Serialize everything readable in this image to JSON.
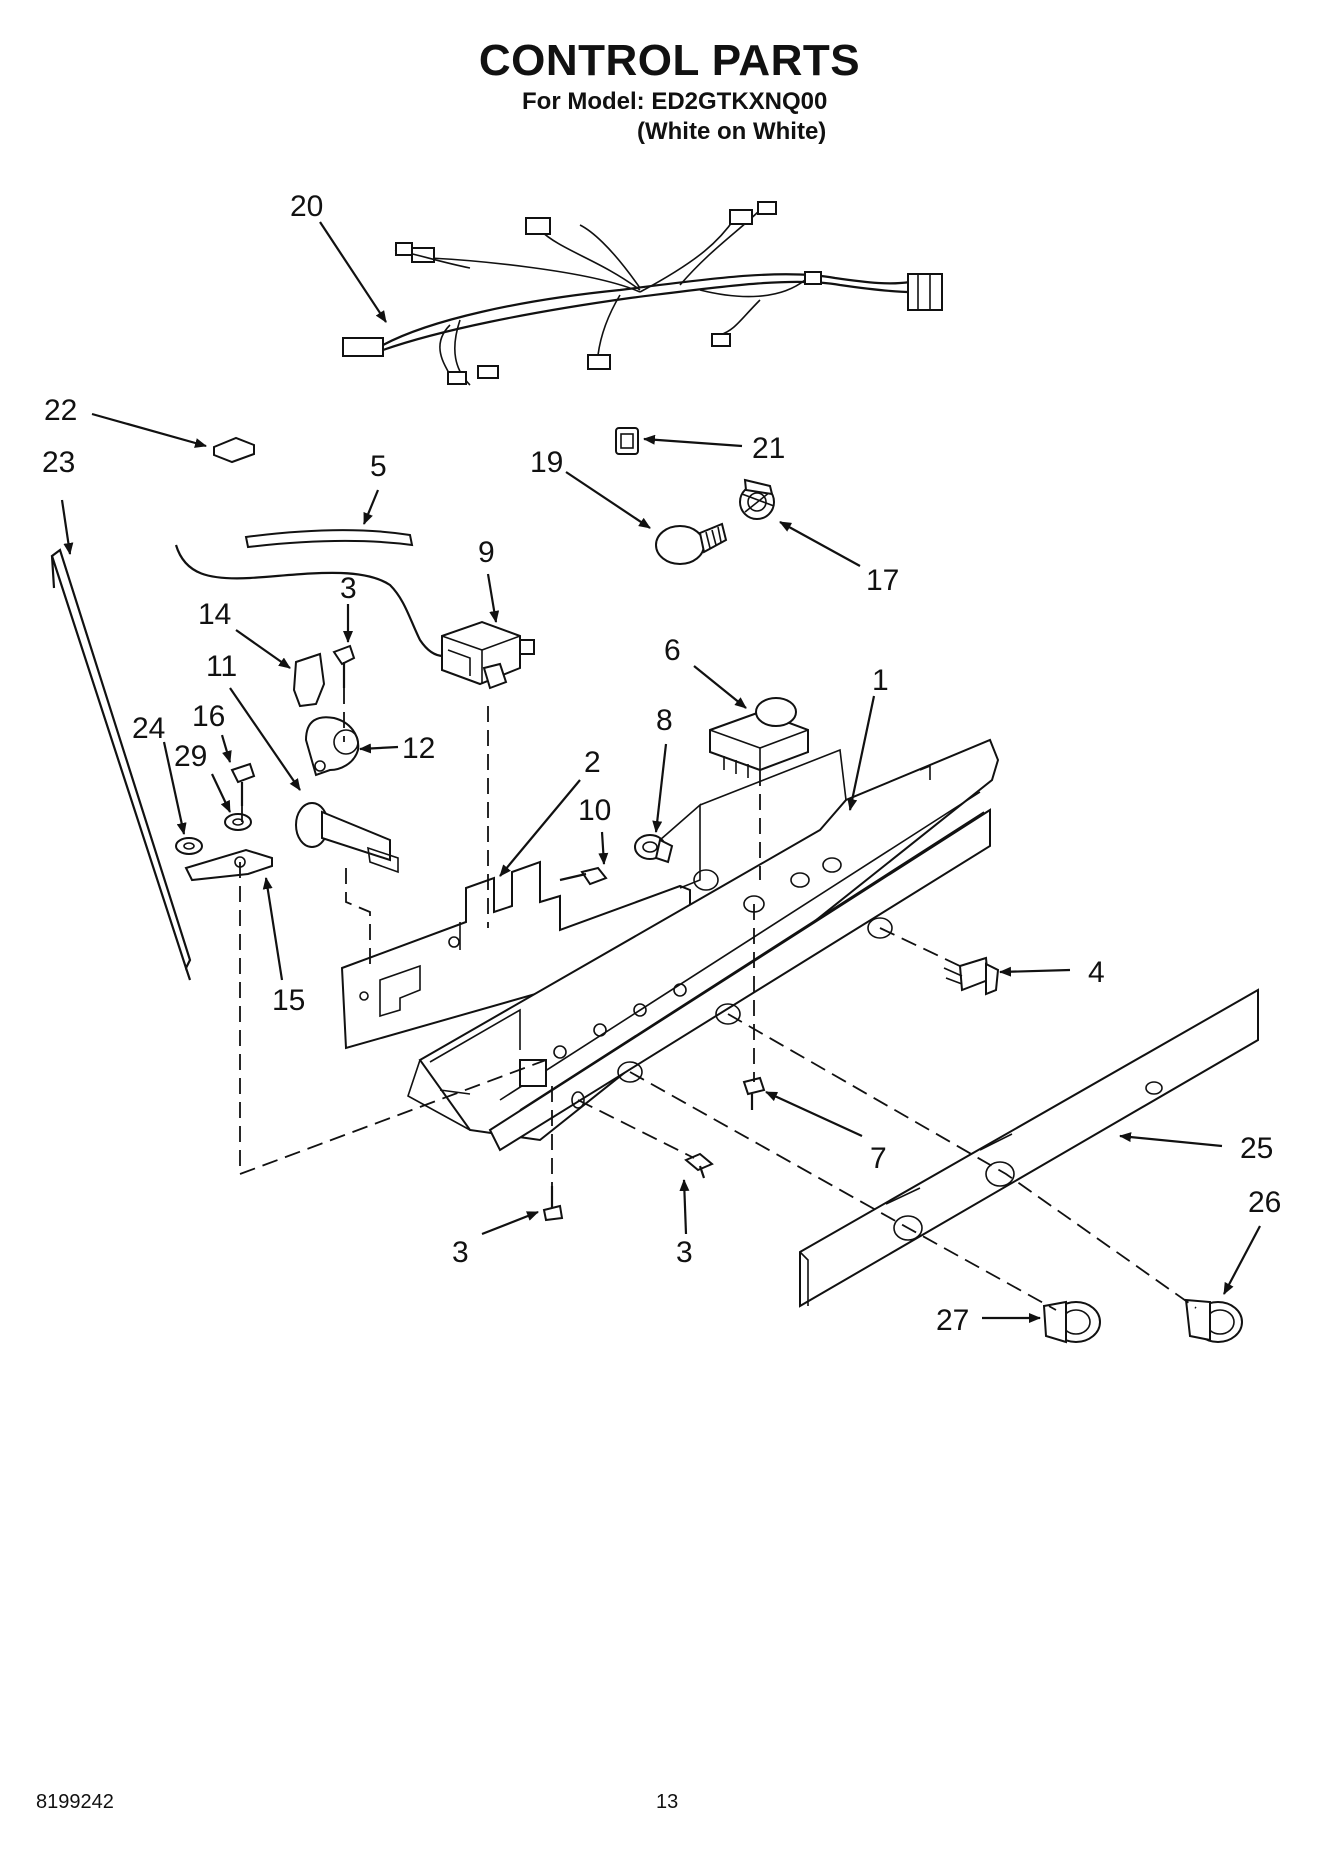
{
  "header": {
    "title": "CONTROL PARTS",
    "model": "For Model: ED2GTKXNQ00",
    "variant": "(White on White)"
  },
  "footer": {
    "doc_number": "8199242",
    "page_number": "13"
  },
  "callouts": [
    {
      "id": "c20",
      "label": "20"
    },
    {
      "id": "c22",
      "label": "22"
    },
    {
      "id": "c21",
      "label": "21"
    },
    {
      "id": "c23",
      "label": "23"
    },
    {
      "id": "c5",
      "label": "5"
    },
    {
      "id": "c19",
      "label": "19"
    },
    {
      "id": "c17",
      "label": "17"
    },
    {
      "id": "c9",
      "label": "9"
    },
    {
      "id": "c3a",
      "label": "3"
    },
    {
      "id": "c14",
      "label": "14"
    },
    {
      "id": "c6",
      "label": "6"
    },
    {
      "id": "c1",
      "label": "1"
    },
    {
      "id": "c11",
      "label": "11"
    },
    {
      "id": "c12",
      "label": "12"
    },
    {
      "id": "c16",
      "label": "16"
    },
    {
      "id": "c24",
      "label": "24"
    },
    {
      "id": "c29",
      "label": "29"
    },
    {
      "id": "c8",
      "label": "8"
    },
    {
      "id": "c2",
      "label": "2"
    },
    {
      "id": "c10",
      "label": "10"
    },
    {
      "id": "c4",
      "label": "4"
    },
    {
      "id": "c15",
      "label": "15"
    },
    {
      "id": "c7",
      "label": "7"
    },
    {
      "id": "c25",
      "label": "25"
    },
    {
      "id": "c26",
      "label": "26"
    },
    {
      "id": "c3b",
      "label": "3"
    },
    {
      "id": "c3c",
      "label": "3"
    },
    {
      "id": "c27",
      "label": "27"
    }
  ]
}
